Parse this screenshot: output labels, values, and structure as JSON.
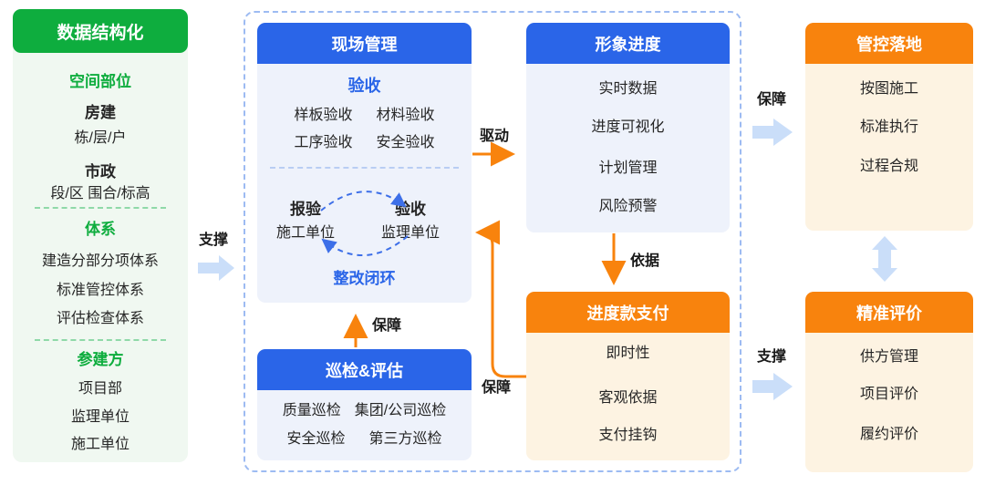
{
  "left_panel": {
    "title": "数据结构化",
    "sec1_heading": "空间部位",
    "g1_title": "房建",
    "g1_sub": "栋/层/户",
    "g2_title": "市政",
    "g2_sub": "段/区 围合/标高",
    "sec2_heading": "体系",
    "sec2_items": [
      "建造分部分项体系",
      "标准管控体系",
      "评估检查体系"
    ],
    "sec3_heading": "参建方",
    "sec3_items": [
      "项目部",
      "监理单位",
      "施工单位"
    ]
  },
  "site_box": {
    "title": "现场管理",
    "subtitle": "验收",
    "items": [
      "样板验收",
      "材料验收",
      "工序验收",
      "安全验收"
    ],
    "cycle_left_role": "报验",
    "cycle_left_org": "施工单位",
    "cycle_right_role": "验收",
    "cycle_right_org": "监理单位",
    "cycle_caption": "整改闭环"
  },
  "inspect_box": {
    "title": "巡检&评估",
    "row1": [
      "质量巡检",
      "集团/公司巡检"
    ],
    "row2": [
      "安全巡检",
      "第三方巡检"
    ]
  },
  "progress_box": {
    "title": "形象进度",
    "items": [
      "实时数据",
      "进度可视化",
      "计划管理",
      "风险预警"
    ]
  },
  "payment_box": {
    "title": "进度款支付",
    "items": [
      "即时性",
      "客观依据",
      "支付挂钩"
    ]
  },
  "impl_box": {
    "title": "管控落地",
    "items": [
      "按图施工",
      "标准执行",
      "过程合规"
    ]
  },
  "eval_box": {
    "title": "精准评价",
    "items": [
      "供方管理",
      "项目评价",
      "履约评价"
    ]
  },
  "arrows": {
    "support_left": "支撑",
    "drive": "驱动",
    "assure_up": "保障",
    "assure_loop": "保障",
    "basis": "依据",
    "assure_right": "保障",
    "support_right": "支撑"
  },
  "colors": {
    "green": "#0ead3e",
    "green_panel_bg": "#f0f8f1",
    "blue": "#2a65e8",
    "blue_body_bg": "#eef2fb",
    "orange": "#f8830d",
    "orange_body_bg": "#fdf3e2",
    "dashed_border": "#9dbbf2",
    "soft_arrow_fill": "#cadef9",
    "cycle_arc_blue": "#3d6fe8"
  }
}
